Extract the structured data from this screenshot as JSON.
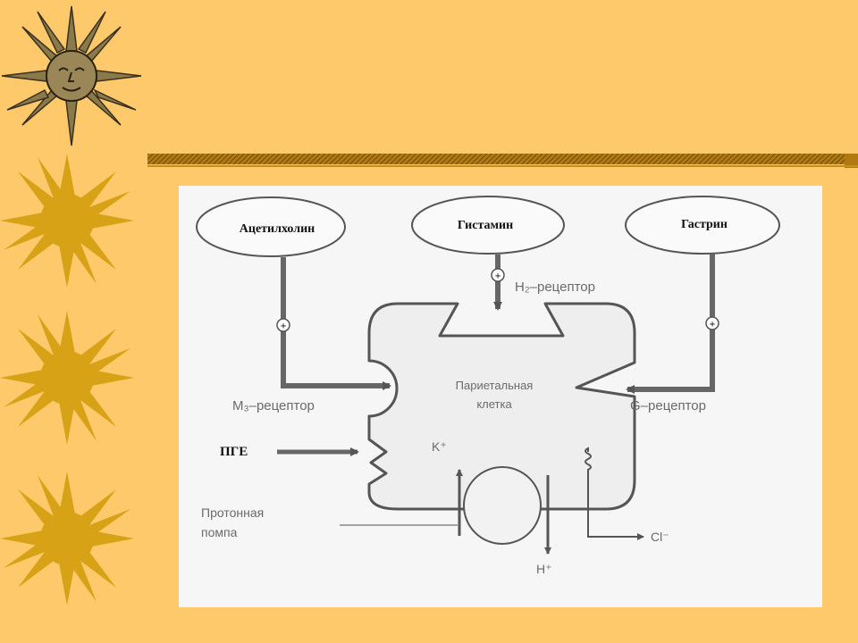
{
  "slide": {
    "background_color": "#fdc96b",
    "sun_color": "#d8a217",
    "decor_icons": [
      "sun-face-icon",
      "sun-icon",
      "sun-icon",
      "sun-icon"
    ]
  },
  "diagram": {
    "stimuli": {
      "acetylcholine": "Ацетилхолин",
      "histamine": "Гистамин",
      "gastrin": "Гастрин"
    },
    "plus_sign": "+",
    "receptors": {
      "h2": "H₂–рецептор",
      "m3": "M₃–рецептор",
      "g": "G–рецептор"
    },
    "cell_label_line1": "Париетальная",
    "cell_label_line2": "клетка",
    "pge": "ПГЕ",
    "ions": {
      "k": "K⁺",
      "h": "H⁺",
      "cl": "Cl⁻"
    },
    "pump_line1": "Протонная",
    "pump_line2": "помпа"
  }
}
